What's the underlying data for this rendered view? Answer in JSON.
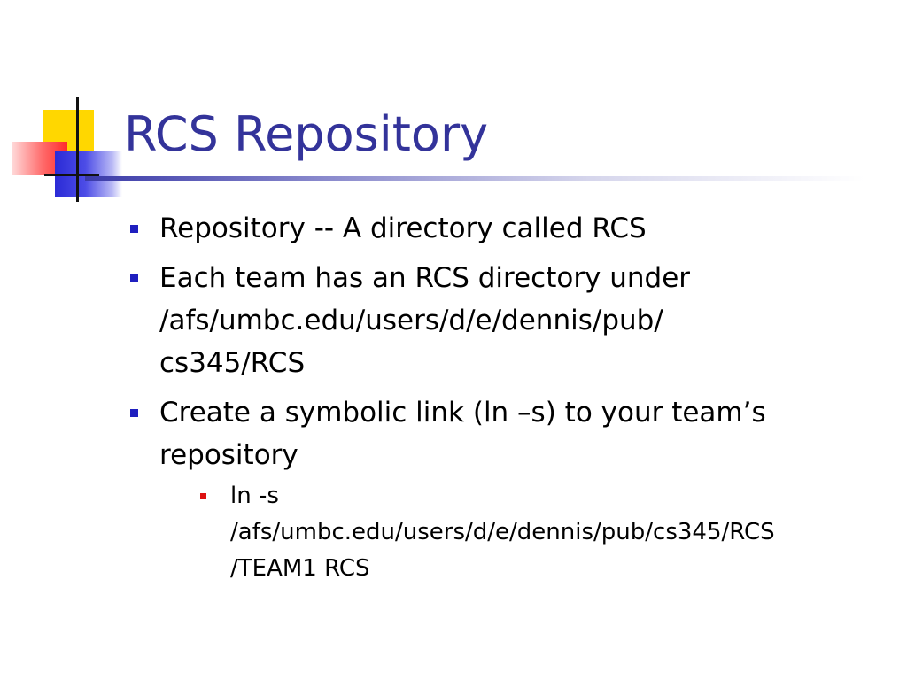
{
  "slide": {
    "title": "RCS Repository",
    "bullets": [
      {
        "lines": [
          "Repository -- A directory called RCS"
        ]
      },
      {
        "lines": [
          "Each team has an RCS directory under",
          "/afs/umbc.edu/users/d/e/dennis/pub/",
          "cs345/RCS"
        ]
      },
      {
        "lines": [
          "Create a symbolic link (ln –s) to your team’s",
          "repository"
        ],
        "sub_bullets": [
          {
            "lines": [
              "ln -s",
              "/afs/umbc.edu/users/d/e/dennis/pub/cs345/RCS",
              "/TEAM1 RCS"
            ]
          }
        ]
      }
    ]
  },
  "colors": {
    "title": "#33339a",
    "bullet_level1": "#1f1fbf",
    "bullet_level2": "#dd1111"
  }
}
